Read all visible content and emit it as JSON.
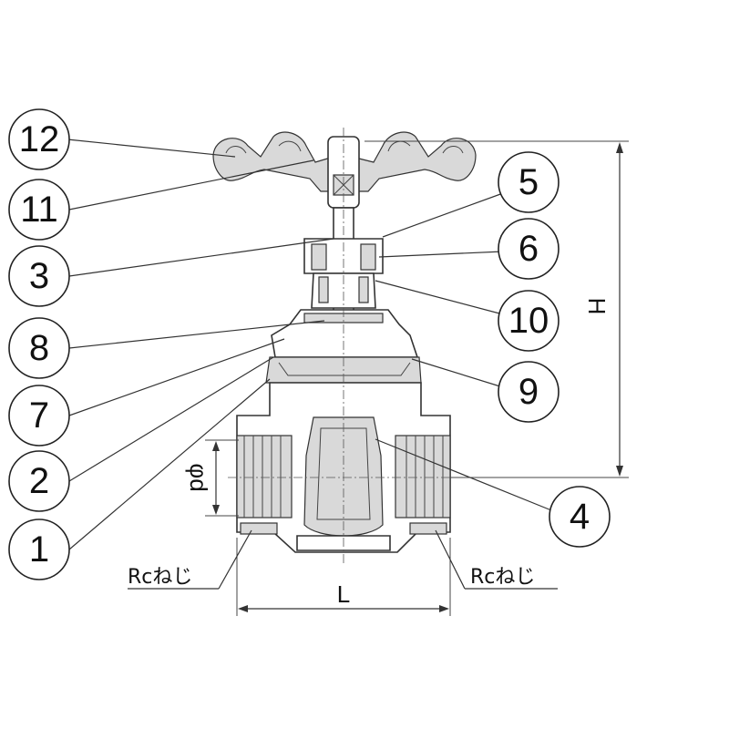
{
  "callouts": [
    {
      "id": "c12",
      "label": "12"
    },
    {
      "id": "c11",
      "label": "11"
    },
    {
      "id": "c3",
      "label": "3"
    },
    {
      "id": "c8",
      "label": "8"
    },
    {
      "id": "c7",
      "label": "7"
    },
    {
      "id": "c2",
      "label": "2"
    },
    {
      "id": "c1",
      "label": "1"
    },
    {
      "id": "c5",
      "label": "5"
    },
    {
      "id": "c6",
      "label": "6"
    },
    {
      "id": "c10",
      "label": "10"
    },
    {
      "id": "c9",
      "label": "9"
    },
    {
      "id": "c4",
      "label": "4"
    }
  ],
  "labels": {
    "thread_left": "Rcねじ",
    "thread_right": "Rcねじ",
    "dim_length": "L",
    "dim_height": "H",
    "dim_diameter": "φd"
  },
  "colors": {
    "line": "#333333",
    "shade": "#d9d9d9",
    "background": "#ffffff"
  }
}
